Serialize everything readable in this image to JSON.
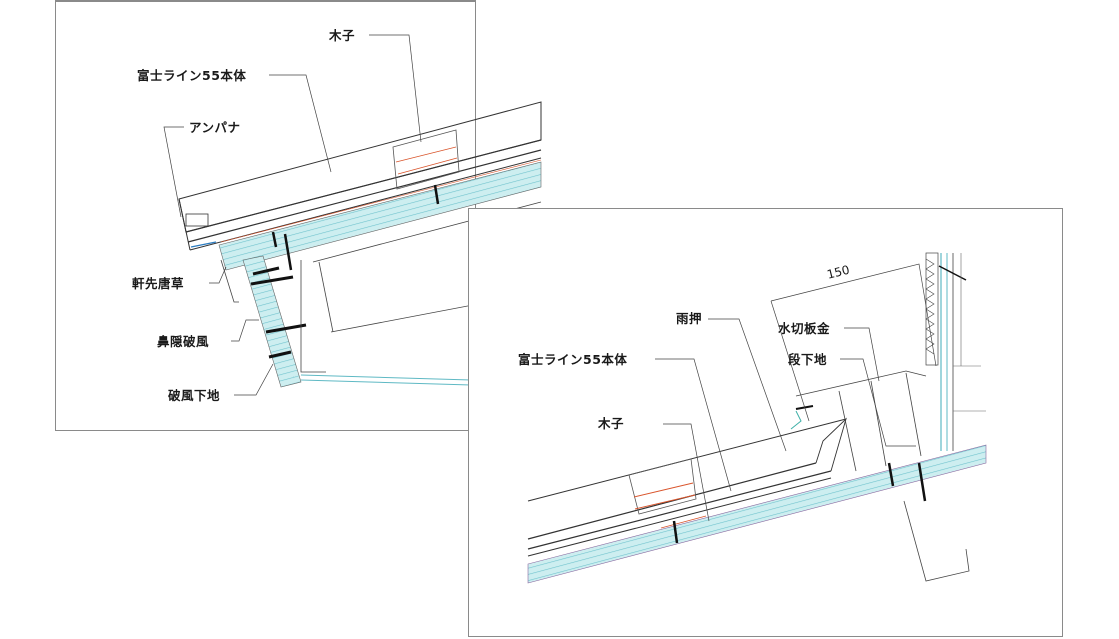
{
  "panels": [
    {
      "id": "eave-detail",
      "labels": {
        "komaki": "木子",
        "roofing": "富士ライン55本体",
        "anpana": "アンパナ",
        "fascia": "軒先唐草",
        "eave_board": "鼻隠破風",
        "fascia_base": "破風下地"
      }
    },
    {
      "id": "wall-junction-detail",
      "labels": {
        "flashing": "雨押",
        "roofing": "富士ライン55本体",
        "komaki": "木子",
        "water_stop": "水切板金",
        "base": "段下地"
      },
      "dimension": "150"
    }
  ],
  "colors": {
    "line": "#333333",
    "insulation_fill": "#cdeef0",
    "insulation_hatch": "#5fb9c4",
    "red_line": "#d9542b",
    "fastener": "#111111",
    "frame": "#8a8a8a"
  }
}
